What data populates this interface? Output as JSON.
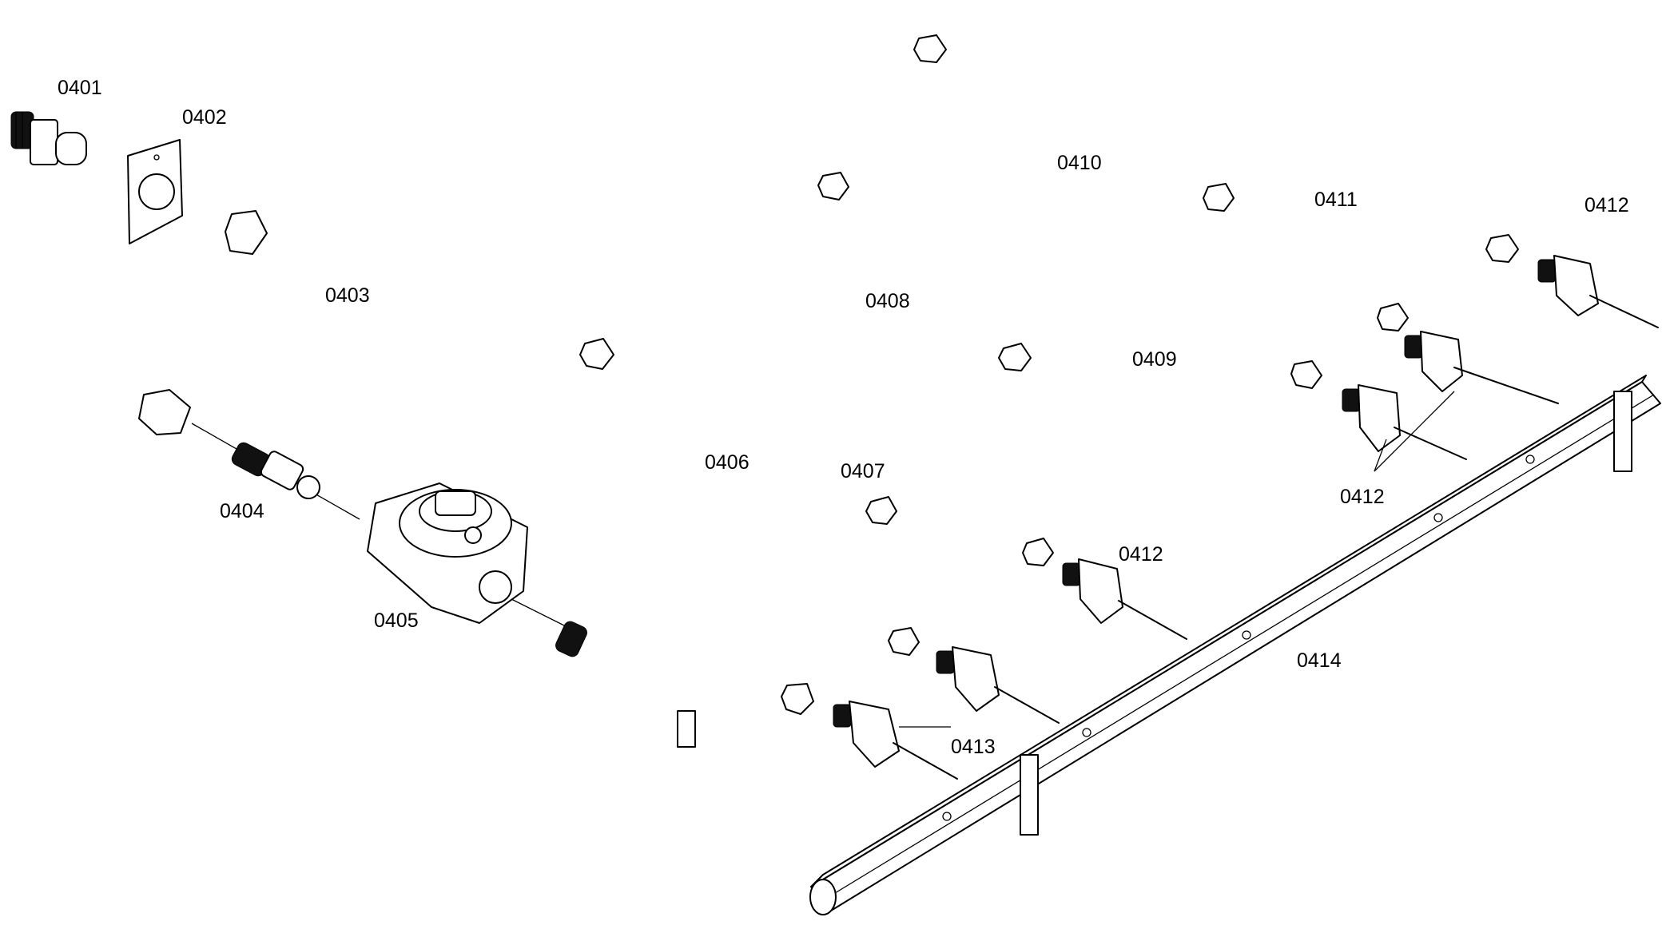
{
  "diagram": {
    "labels": {
      "p0401": "0401",
      "p0402": "0402",
      "p0403": "0403",
      "p0404": "0404",
      "p0405": "0405",
      "p0406": "0406",
      "p0407": "0407",
      "p0408": "0408",
      "p0409": "0409",
      "p0410": "0410",
      "p0411": "0411",
      "p0412_a": "0412",
      "p0412_b": "0412",
      "p0412_c": "0412",
      "p0413": "0413",
      "p0414": "0414"
    },
    "colors": {
      "line": "#000000",
      "background": "#ffffff"
    }
  }
}
